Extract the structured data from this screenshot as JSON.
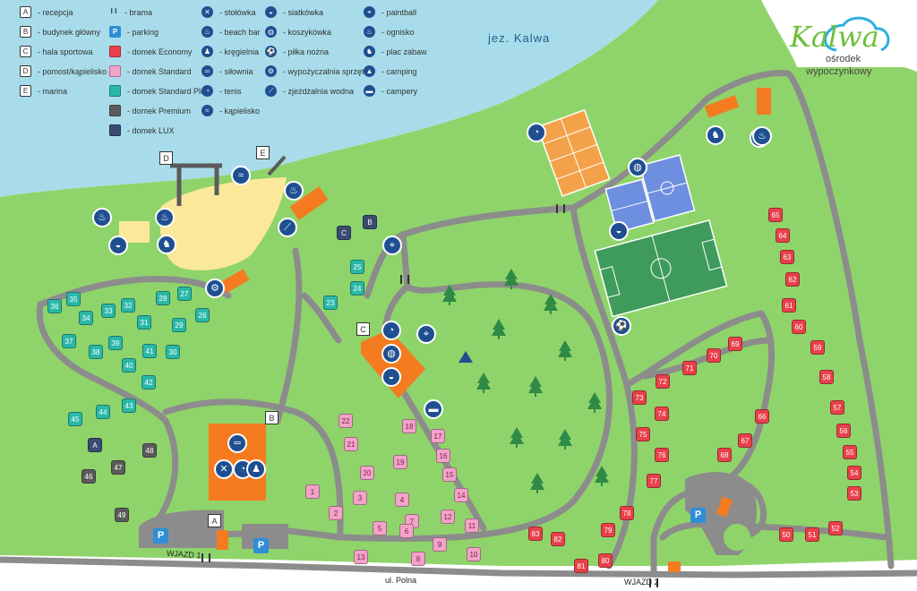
{
  "logo": {
    "name": "Kalwa",
    "line1": "ośrodek",
    "line2": "wypoczynkowy"
  },
  "lake": {
    "label": "jez. Kalwa"
  },
  "roads": {
    "main": "ul. Polna",
    "entry1": "WJAZD 1",
    "entry2": "WJAZD 2"
  },
  "colors": {
    "lake": "#a8dcea",
    "grass": "#8fd46a",
    "road": "#8c8c8c",
    "beach": "#fbe89a",
    "orange": "#f47b20",
    "economy": "#e8414b",
    "standard": "#f3a2c8",
    "standard_plus": "#2ab8a8",
    "premium": "#5b5b5b",
    "lux": "#3a4a73",
    "icon": "#1e4f91",
    "parking": "#2e8fd6"
  },
  "legend": {
    "letters": [
      {
        "key": "A",
        "label": "- recepcja"
      },
      {
        "key": "B",
        "label": "- budynek główny"
      },
      {
        "key": "C",
        "label": "- hala sportowa"
      },
      {
        "key": "D",
        "label": "- pomost/kąpielisko"
      },
      {
        "key": "E",
        "label": "- marina"
      }
    ],
    "types": [
      {
        "kind": "gate",
        "symbol": "I I",
        "label": "- brama"
      },
      {
        "kind": "parking",
        "symbol": "P",
        "label": "- parking"
      },
      {
        "kind": "economy",
        "label": "- domek Economy"
      },
      {
        "kind": "standard",
        "label": "- domek Standard"
      },
      {
        "kind": "standard_plus",
        "label": "- domek Standard Plus"
      },
      {
        "kind": "premium",
        "label": "- domek Premium"
      },
      {
        "kind": "lux",
        "label": "- domek LUX"
      }
    ],
    "icons1": [
      {
        "icon": "cutlery-icon",
        "glyph": "✕",
        "label": "- stołówka"
      },
      {
        "icon": "beach-bar-icon",
        "glyph": "♨",
        "label": "- beach bar"
      },
      {
        "icon": "bowling-icon",
        "glyph": "♟",
        "label": "- kręgielnia"
      },
      {
        "icon": "dumbbell-icon",
        "glyph": "═",
        "label": "- siłownia"
      },
      {
        "icon": "tennis-icon",
        "glyph": "◔",
        "label": "- tenis"
      },
      {
        "icon": "swimming-icon",
        "glyph": "≈",
        "label": "- kąpielisko"
      }
    ],
    "icons2": [
      {
        "icon": "volleyball-icon",
        "glyph": "◒",
        "label": "- siatkówka"
      },
      {
        "icon": "basketball-icon",
        "glyph": "◍",
        "label": "- koszykówka"
      },
      {
        "icon": "football-icon",
        "glyph": "⚽",
        "label": "- piłka nożna"
      },
      {
        "icon": "rental-icon",
        "glyph": "⚙",
        "label": "- wypożyczalnia sprzętu"
      },
      {
        "icon": "slide-icon",
        "glyph": "⟋",
        "label": "- zjeżdżalnia wodna"
      }
    ],
    "icons3": [
      {
        "icon": "paintball-icon",
        "glyph": "⌖",
        "label": "- paintball"
      },
      {
        "icon": "campfire-icon",
        "glyph": "♨",
        "label": "- ognisko"
      },
      {
        "icon": "playground-icon",
        "glyph": "♞",
        "label": "- plac zabaw"
      },
      {
        "icon": "tent-icon",
        "glyph": "▲",
        "label": "- camping"
      },
      {
        "icon": "camper-icon",
        "glyph": "▬",
        "label": "- campery"
      }
    ]
  },
  "buildings": {
    "A": "A",
    "B": "B",
    "C": "C",
    "D": "D",
    "E": "E"
  },
  "parking_label": "P",
  "houses": [
    {
      "n": "36",
      "t": "standard_plus"
    },
    {
      "n": "35",
      "t": "standard_plus"
    },
    {
      "n": "34",
      "t": "standard_plus"
    },
    {
      "n": "33",
      "t": "standard_plus"
    },
    {
      "n": "32",
      "t": "standard_plus"
    },
    {
      "n": "28",
      "t": "standard_plus"
    },
    {
      "n": "27",
      "t": "standard_plus"
    },
    {
      "n": "31",
      "t": "standard_plus"
    },
    {
      "n": "29",
      "t": "standard_plus"
    },
    {
      "n": "26",
      "t": "standard_plus"
    },
    {
      "n": "37",
      "t": "standard_plus"
    },
    {
      "n": "38",
      "t": "standard_plus"
    },
    {
      "n": "39",
      "t": "standard_plus"
    },
    {
      "n": "40",
      "t": "standard_plus"
    },
    {
      "n": "41",
      "t": "standard_plus"
    },
    {
      "n": "30",
      "t": "standard_plus"
    },
    {
      "n": "42",
      "t": "standard_plus"
    },
    {
      "n": "45",
      "t": "standard_plus"
    },
    {
      "n": "44",
      "t": "standard_plus"
    },
    {
      "n": "43",
      "t": "standard_plus"
    },
    {
      "n": "25",
      "t": "standard_plus"
    },
    {
      "n": "24",
      "t": "standard_plus"
    },
    {
      "n": "23",
      "t": "standard_plus"
    },
    {
      "n": "A",
      "t": "lux"
    },
    {
      "n": "48",
      "t": "premium"
    },
    {
      "n": "47",
      "t": "premium"
    },
    {
      "n": "46",
      "t": "premium"
    },
    {
      "n": "49",
      "t": "premium"
    },
    {
      "n": "C",
      "t": "lux"
    },
    {
      "n": "B",
      "t": "lux"
    },
    {
      "n": "22",
      "t": "standard"
    },
    {
      "n": "21",
      "t": "standard"
    },
    {
      "n": "18",
      "t": "standard"
    },
    {
      "n": "17",
      "t": "standard"
    },
    {
      "n": "19",
      "t": "standard"
    },
    {
      "n": "16",
      "t": "standard"
    },
    {
      "n": "20",
      "t": "standard"
    },
    {
      "n": "15",
      "t": "standard"
    },
    {
      "n": "1",
      "t": "standard"
    },
    {
      "n": "3",
      "t": "standard"
    },
    {
      "n": "4",
      "t": "standard"
    },
    {
      "n": "14",
      "t": "standard"
    },
    {
      "n": "2",
      "t": "standard"
    },
    {
      "n": "7",
      "t": "standard"
    },
    {
      "n": "12",
      "t": "standard"
    },
    {
      "n": "11",
      "t": "standard"
    },
    {
      "n": "5",
      "t": "standard"
    },
    {
      "n": "6",
      "t": "standard"
    },
    {
      "n": "9",
      "t": "standard"
    },
    {
      "n": "13",
      "t": "standard"
    },
    {
      "n": "8",
      "t": "standard"
    },
    {
      "n": "10",
      "t": "standard"
    },
    {
      "n": "65",
      "t": "economy"
    },
    {
      "n": "64",
      "t": "economy"
    },
    {
      "n": "63",
      "t": "economy"
    },
    {
      "n": "62",
      "t": "economy"
    },
    {
      "n": "61",
      "t": "economy"
    },
    {
      "n": "60",
      "t": "economy"
    },
    {
      "n": "59",
      "t": "economy"
    },
    {
      "n": "58",
      "t": "economy"
    },
    {
      "n": "57",
      "t": "economy"
    },
    {
      "n": "56",
      "t": "economy"
    },
    {
      "n": "55",
      "t": "economy"
    },
    {
      "n": "54",
      "t": "economy"
    },
    {
      "n": "53",
      "t": "economy"
    },
    {
      "n": "69",
      "t": "economy"
    },
    {
      "n": "70",
      "t": "economy"
    },
    {
      "n": "71",
      "t": "economy"
    },
    {
      "n": "72",
      "t": "economy"
    },
    {
      "n": "73",
      "t": "economy"
    },
    {
      "n": "74",
      "t": "economy"
    },
    {
      "n": "66",
      "t": "economy"
    },
    {
      "n": "67",
      "t": "economy"
    },
    {
      "n": "75",
      "t": "economy"
    },
    {
      "n": "76",
      "t": "economy"
    },
    {
      "n": "68",
      "t": "economy"
    },
    {
      "n": "77",
      "t": "economy"
    },
    {
      "n": "78",
      "t": "economy"
    },
    {
      "n": "79",
      "t": "economy"
    },
    {
      "n": "83",
      "t": "economy"
    },
    {
      "n": "82",
      "t": "economy"
    },
    {
      "n": "81",
      "t": "economy"
    },
    {
      "n": "80",
      "t": "economy"
    },
    {
      "n": "50",
      "t": "economy"
    },
    {
      "n": "51",
      "t": "economy"
    },
    {
      "n": "52",
      "t": "economy"
    }
  ],
  "pois": [
    {
      "icon": "swimming-icon",
      "glyph": "≈"
    },
    {
      "icon": "campfire-icon",
      "glyph": "♨"
    },
    {
      "icon": "campfire-icon",
      "glyph": "♨"
    },
    {
      "icon": "volleyball-icon",
      "glyph": "◒"
    },
    {
      "icon": "playground-icon",
      "glyph": "♞"
    },
    {
      "icon": "slide-icon",
      "glyph": "⟋"
    },
    {
      "icon": "rental-icon",
      "glyph": "⚙"
    },
    {
      "icon": "beach-bar-icon",
      "glyph": "♨"
    },
    {
      "icon": "paintball-icon",
      "glyph": "⌖"
    },
    {
      "icon": "tennis-icon",
      "glyph": "◔"
    },
    {
      "icon": "paintball-icon",
      "glyph": "⌖"
    },
    {
      "icon": "camper-icon",
      "glyph": "▬"
    },
    {
      "icon": "tennis-icon",
      "glyph": "◔"
    },
    {
      "icon": "basketball-icon",
      "glyph": "◍"
    },
    {
      "icon": "volleyball-icon",
      "glyph": "◒"
    },
    {
      "icon": "playground-icon",
      "glyph": "♞"
    },
    {
      "icon": "campfire-icon",
      "glyph": "♨"
    },
    {
      "icon": "football-icon",
      "glyph": "⚽"
    }
  ],
  "hall_c_icons": [
    "tennis-icon",
    "basketball-icon",
    "volleyball-icon"
  ],
  "main_b_icons": [
    "dumbbell-icon",
    "cutlery-icon",
    "tennis-icon",
    "bowling-icon"
  ]
}
